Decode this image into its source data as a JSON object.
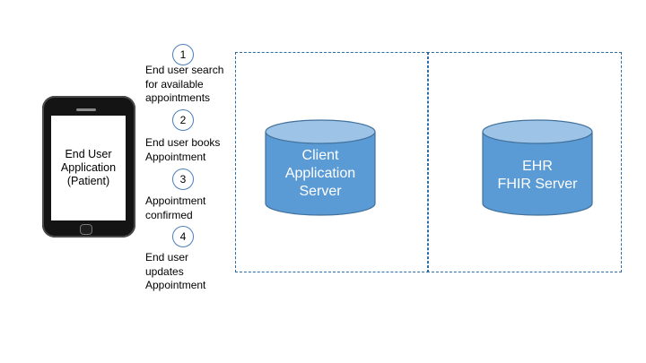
{
  "phone": {
    "label": "End User\nApplication\n(Patient)"
  },
  "steps": [
    {
      "number": "1",
      "text": "End user search\nfor available\nappointments"
    },
    {
      "number": "2",
      "text": "End user books\nAppointment"
    },
    {
      "number": "3",
      "text": "Appointment\nconfirmed"
    },
    {
      "number": "4",
      "text": "End user\nupdates\nAppointment"
    }
  ],
  "servers": {
    "client": {
      "label": "Client\nApplication\nServer"
    },
    "ehr": {
      "label": "EHR\nFHIR Server"
    }
  },
  "colors": {
    "cylinder_fill": "#5b9bd5",
    "cylinder_top": "#9dc3e6",
    "cylinder_stroke": "#41719c",
    "dashed_border": "#2e6da4",
    "step_circle": "#4a7ebb"
  }
}
